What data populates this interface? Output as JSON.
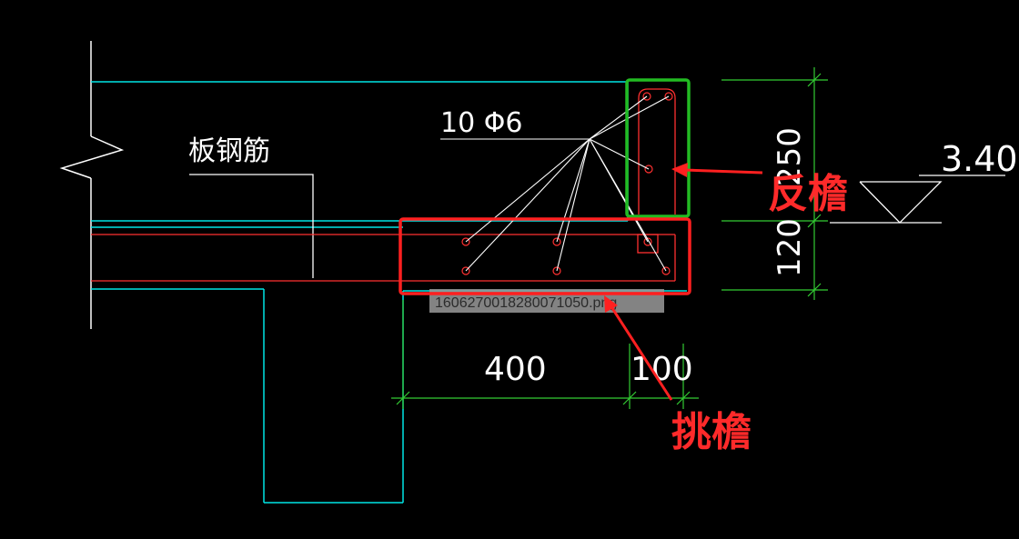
{
  "labels": {
    "slab_rebar": "板钢筋",
    "stirrup_spec": "10 Φ6",
    "elevation": "3.40",
    "dim_400": "400",
    "dim_100": "100",
    "dim_250": "250",
    "dim_120": "120",
    "reverse_eave": "反檐",
    "overhang_eave": "挑檐",
    "filename_overlay": "1606270018280071050.png"
  },
  "colors": {
    "background": "#000000",
    "concrete_outline": "#00e5e5",
    "rebar_red": "#ff3030",
    "dimension_green": "#33cc33",
    "leader_white": "#ffffff",
    "highlight_red_box": "#ff2020",
    "highlight_green_box": "#22bb22",
    "annotation_red": "#ff2a2a"
  }
}
